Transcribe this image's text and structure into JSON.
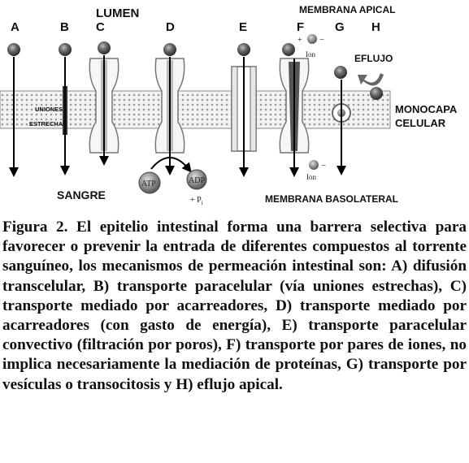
{
  "figure": {
    "labels": {
      "lumen": "LUMEN",
      "sangre": "SANGRE",
      "membrana_apical": "MEMBRANA APICAL",
      "membrana_basolateral": "MEMBRANA BASOLATERAL",
      "monocapa_line1": "MONOCAPA",
      "monocapa_line2": "CELULAR",
      "eflujo": "EFLUJO",
      "uniones_line1": "UNIONES",
      "uniones_line2": "ESTRECHAS",
      "atp": "ATP",
      "adp": "ADP",
      "pi": "+ P",
      "pi_sub": "i",
      "ion_top": "Ion",
      "ion_bottom": "Ion",
      "plus": "+",
      "minus": "−"
    },
    "mechanisms": [
      "A",
      "B",
      "C",
      "D",
      "E",
      "F",
      "G",
      "H"
    ]
  },
  "caption": {
    "title": "Figura 2.",
    "text": " El epitelio intestinal forma una barrera selectiva para favorecer o prevenir la entrada de diferentes compuestos al torrente sanguíneo, los mecanismos de permeación intestinal son: A) difusión transcelular, B) transporte paracelular (vía uniones estrechas), C) transporte mediado por acarreadores, D) transporte mediado por acarreadores (con gasto de energía), E) transporte paracelular convectivo (filtración por poros), F) transporte por pares de iones, no implica necesariamente la mediación de proteínas, G) transporte por vesículas o transocitosis y H) eflujo apical."
  },
  "colors": {
    "membrane": "#777777",
    "molecule": "#444444",
    "text": "#111111"
  }
}
